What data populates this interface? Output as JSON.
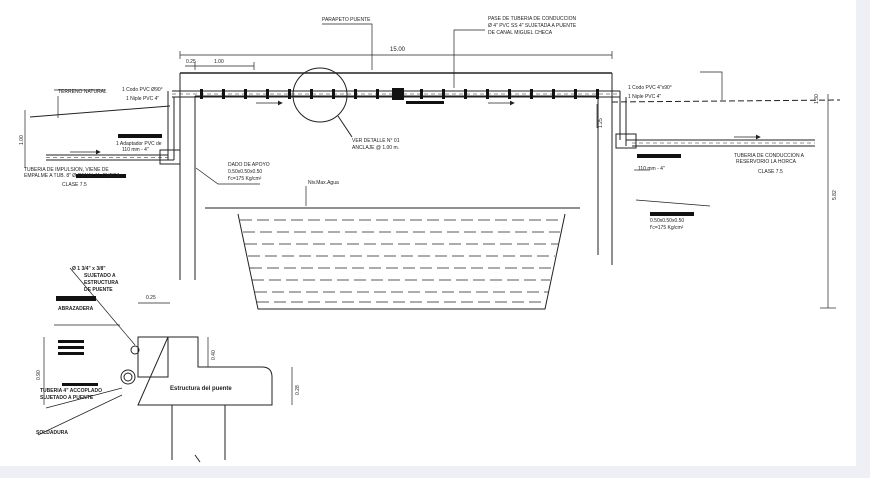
{
  "drawing": {
    "title_parapeto": "PARAPETO PUENTE",
    "pase_line1": "PASE DE TUBERIA DE CONDUCCION",
    "pase_line2": "Ø 4\" PVC SS 4\" SUJETADA A PUENTE",
    "pase_line3": "DE CANAL MIGUEL CHECA",
    "dim_total": "15.00",
    "dim_025": "0.25",
    "dim_100": "1.00",
    "terreno": "TERRENO NATURAL",
    "codo_left": "1 Codo PVC Ø90°",
    "niple_left": "1 Niple PVC 4\"",
    "codo_right": "1 Codo PVC 4\"x90°",
    "niple_right": "1 Niple PVC 4\"",
    "adaptador_1": "1 Adaptador PVC de",
    "adaptador_2": "110 mm - 4\"",
    "dim_100_v": "1.00",
    "impulsion_1": "TUBERIA DE IMPULSION, VIENE DE",
    "impulsion_2": "EMPALME A TUB. 8\" Ø CANAL M. CHECA",
    "clase_left": "CLASE 7.5",
    "ver_detalle_1": "VER DETALLE N° 01",
    "ver_detalle_2": "ANCLAJE @ 1.00 m.",
    "dado_1": "DADO DE APOYO",
    "dado_2": "0.50x0.50x0.50",
    "dado_3": "f'c=175 Kg/cm²",
    "nivel_agua": "Niv.Max.Agua",
    "conduccion_1": "TUBERIA DE CONDUCCION A",
    "conduccion_2": "RESERVORIO LA HORCA",
    "clase_right": "CLASE 7.5",
    "mm110": "110 mm - 4\"",
    "dado_r1": "0.50x0.50x0.50",
    "dado_r2": "f'c=175 Kg/cm²",
    "dim_130": "1.30",
    "dim_125": "1.25",
    "dim_582": "5.82",
    "detail_abraz_1": "Ø 1 3/4\" x 3/8\"",
    "detail_abraz_2": "SUJETADO A",
    "detail_abraz_3": "ESTRUCTURA",
    "detail_abraz_4": "DE PUENTE",
    "detail_abrazadera": "ABRAZADERA",
    "detail_dim_025": "0.25",
    "detail_dim_040": "0.40",
    "detail_dim_090": "0.90",
    "detail_dim_028": "0.28",
    "detail_tub_1": "TUBERIA 4\" ACCOPLADO",
    "detail_tub_2": "SUJETADO A PUENTE",
    "detail_soldadura": "SOLDADURA",
    "detail_estructura": "Estructura del puente"
  }
}
